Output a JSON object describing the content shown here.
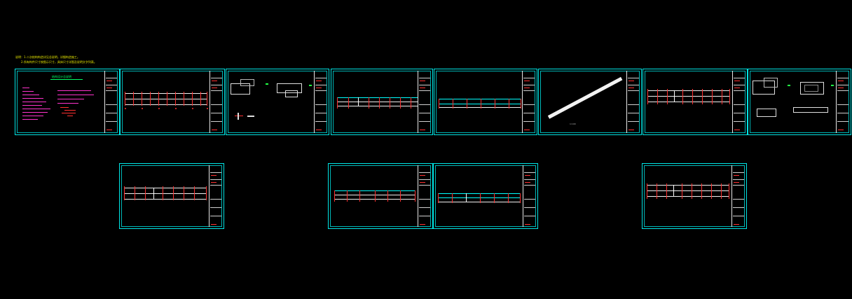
{
  "notes": [
    "说明：1.二次结构构造详见总说明，详细构造施工。",
    "2.所有构件尺寸按图示尺寸，具体尺寸详图及说明文字列表。"
  ],
  "sheets": {
    "cover_title": "结构设计总说明",
    "slab_label": "1:100"
  },
  "colors": {
    "background": "#000000",
    "sheet_border": "#00e5e5",
    "note_text": "#e6e600",
    "axis_red": "#ff3030",
    "magenta_text": "#ff33cc",
    "cyan_member": "#00ffff",
    "green_title": "#00ff66"
  },
  "icons": [
    "title-block",
    "axis-bubble",
    "detail-section"
  ]
}
